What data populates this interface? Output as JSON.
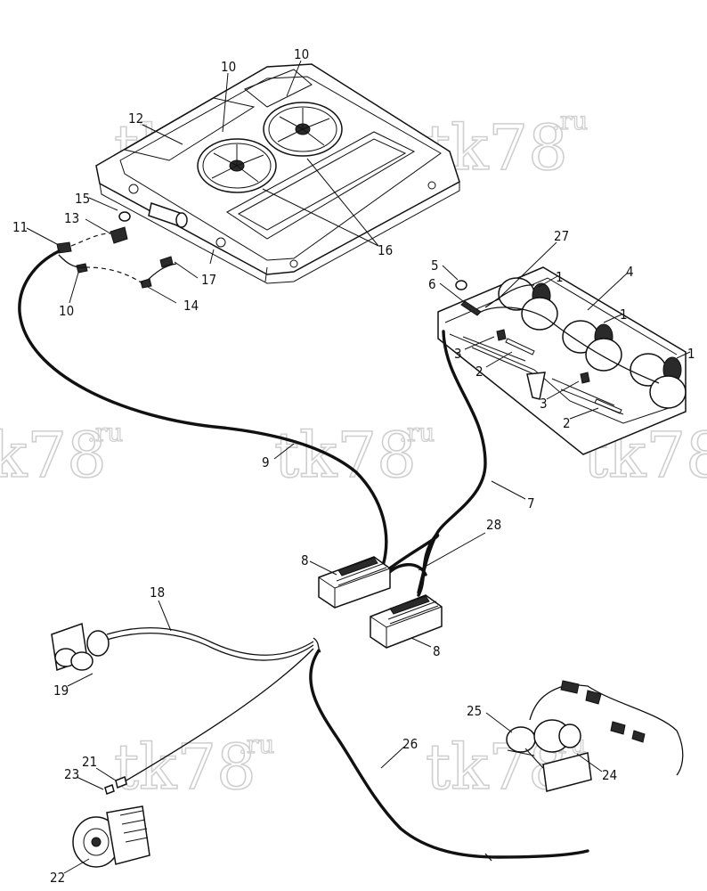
{
  "watermark": {
    "text": "tk78",
    "suffix": ".ru"
  },
  "callouts": [
    {
      "id": "c10a",
      "label": "10"
    },
    {
      "id": "c10b",
      "label": "10"
    },
    {
      "id": "c12",
      "label": "12"
    },
    {
      "id": "c15",
      "label": "15"
    },
    {
      "id": "c13",
      "label": "13"
    },
    {
      "id": "c11",
      "label": "11"
    },
    {
      "id": "c16",
      "label": "16"
    },
    {
      "id": "c17",
      "label": "17"
    },
    {
      "id": "c14",
      "label": "14"
    },
    {
      "id": "c10c",
      "label": "10"
    },
    {
      "id": "c27",
      "label": "27"
    },
    {
      "id": "c5",
      "label": "5"
    },
    {
      "id": "c6",
      "label": "6"
    },
    {
      "id": "c1a",
      "label": "1"
    },
    {
      "id": "c4",
      "label": "4"
    },
    {
      "id": "c1b",
      "label": "1"
    },
    {
      "id": "c1c",
      "label": "1"
    },
    {
      "id": "c3a",
      "label": "3"
    },
    {
      "id": "c2a",
      "label": "2"
    },
    {
      "id": "c3b",
      "label": "3"
    },
    {
      "id": "c2b",
      "label": "2"
    },
    {
      "id": "c9",
      "label": "9"
    },
    {
      "id": "c7",
      "label": "7"
    },
    {
      "id": "c28",
      "label": "28"
    },
    {
      "id": "c8a",
      "label": "8"
    },
    {
      "id": "c8b",
      "label": "8"
    },
    {
      "id": "c18",
      "label": "18"
    },
    {
      "id": "c19",
      "label": "19"
    },
    {
      "id": "c26",
      "label": "26"
    },
    {
      "id": "c25",
      "label": "25"
    },
    {
      "id": "c24",
      "label": "24"
    },
    {
      "id": "c21",
      "label": "21"
    },
    {
      "id": "c23",
      "label": "23"
    },
    {
      "id": "c22",
      "label": "22"
    }
  ]
}
